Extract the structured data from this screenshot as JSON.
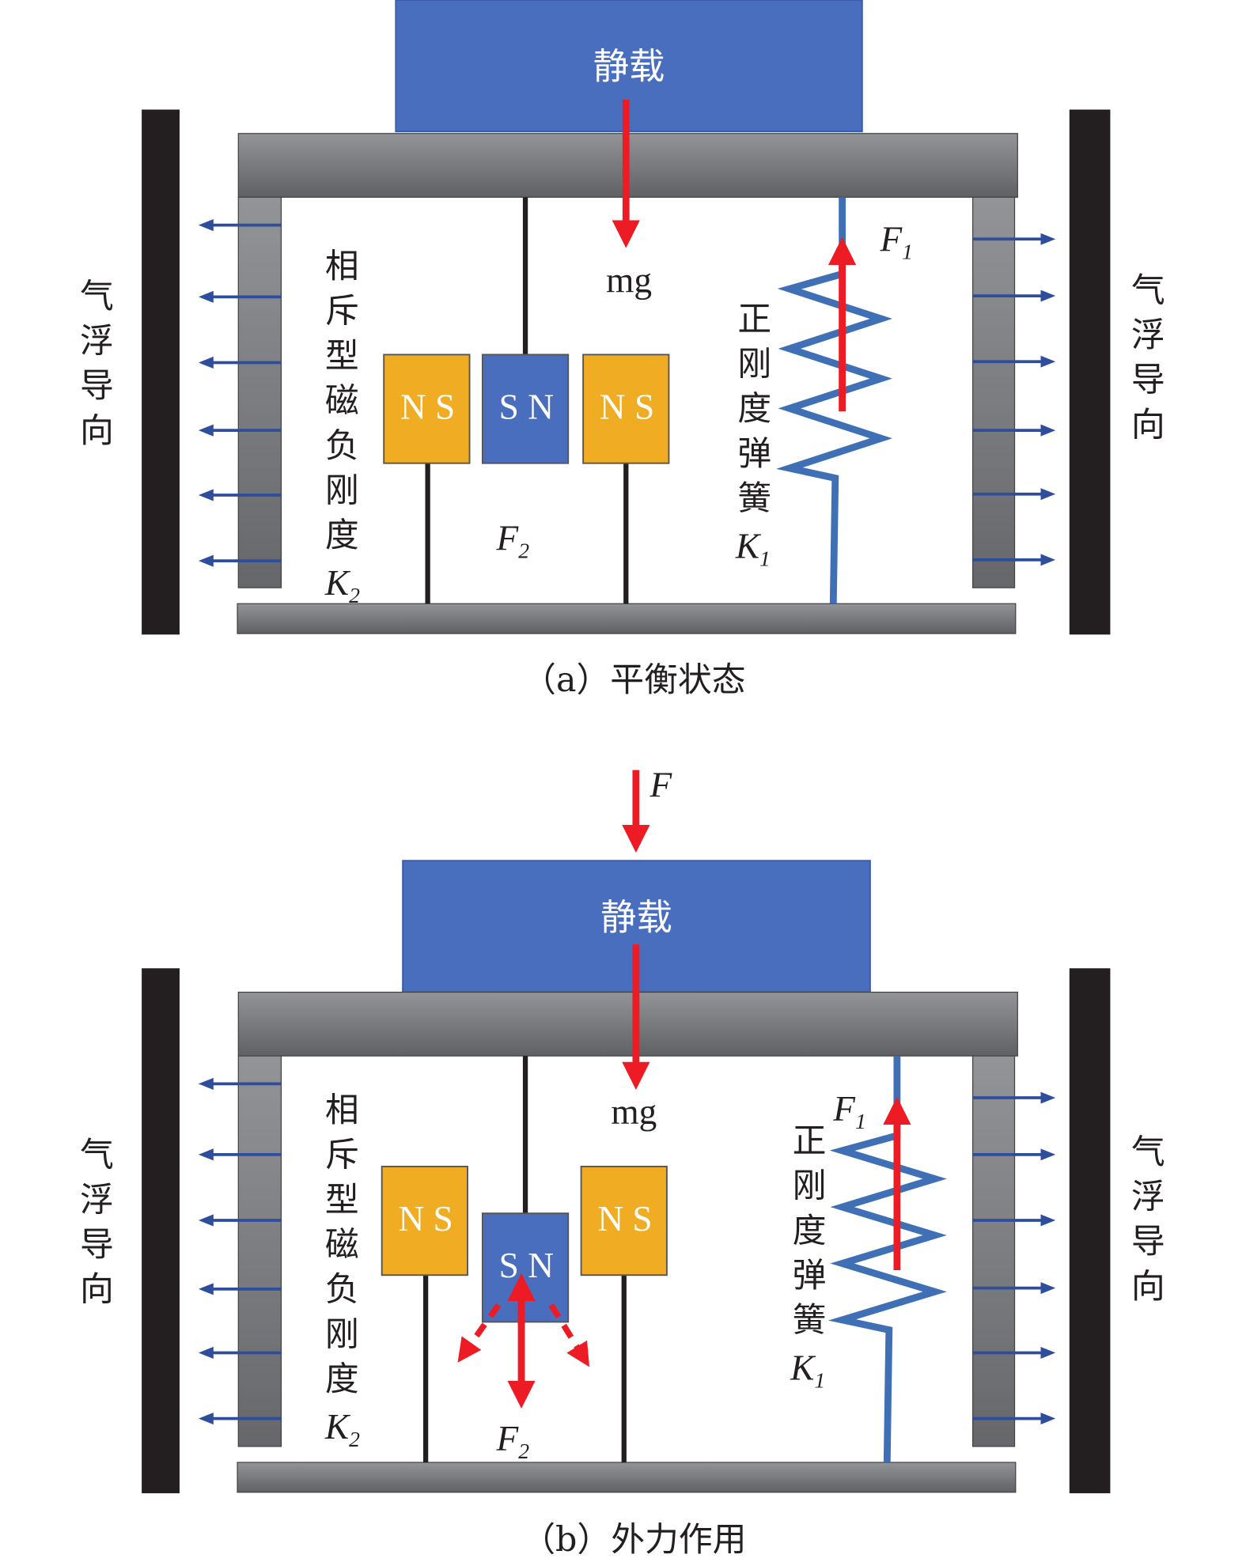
{
  "colors": {
    "load": "#4a6ebe",
    "magnet_orange": "#f0ad24",
    "magnet_blue": "#4a6ebe",
    "force": "#ed1c24",
    "spring": "#3f6fb5",
    "guide": "#231f20",
    "arrow": "#2e4d9c"
  },
  "panels": [
    {
      "id": "a",
      "load_label": "静载",
      "mg_label": "mg",
      "f1": "F",
      "f1_sub": "1",
      "f2": "F",
      "f2_sub": "2",
      "guide_label_left": [
        "气",
        "浮",
        "导",
        "向"
      ],
      "guide_label_right": [
        "气",
        "浮",
        "导",
        "向"
      ],
      "neg_stiffness_label": [
        "相",
        "斥",
        "型",
        "磁",
        "负",
        "刚",
        "度"
      ],
      "k2": "K",
      "k2_sub": "2",
      "pos_spring_label": [
        "正",
        "刚",
        "度",
        "弹",
        "簧"
      ],
      "k1": "K",
      "k1_sub": "1",
      "magnets": [
        "N S",
        "S N",
        "N S"
      ],
      "caption": "（a）平衡状态"
    },
    {
      "id": "b",
      "load_label": "静载",
      "mg_label": "mg",
      "ext_force": "F",
      "f1": "F",
      "f1_sub": "1",
      "f2": "F",
      "f2_sub": "2",
      "guide_label_left": [
        "气",
        "浮",
        "导",
        "向"
      ],
      "guide_label_right": [
        "气",
        "浮",
        "导",
        "向"
      ],
      "neg_stiffness_label": [
        "相",
        "斥",
        "型",
        "磁",
        "负",
        "刚",
        "度"
      ],
      "k2": "K",
      "k2_sub": "2",
      "pos_spring_label": [
        "正",
        "刚",
        "度",
        "弹",
        "簧"
      ],
      "k1": "K",
      "k1_sub": "1",
      "magnets": [
        "N S",
        "S N",
        "N S"
      ],
      "caption": "（b）外力作用"
    }
  ]
}
